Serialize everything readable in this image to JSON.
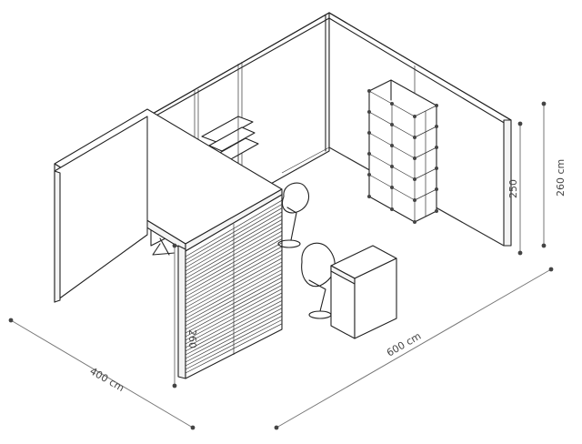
{
  "drawing": {
    "subject": "exhibition booth",
    "dimensions": [
      {
        "id": "depth",
        "label": "400 cm",
        "value": 400,
        "unit": "cm"
      },
      {
        "id": "width",
        "label": "600 cm",
        "value": 600,
        "unit": "cm"
      },
      {
        "id": "total_height",
        "label": "260 cm",
        "value": 260,
        "unit": "cm"
      },
      {
        "id": "wall_height",
        "label": "250",
        "value": 250
      },
      {
        "id": "storage_height",
        "label": "260",
        "value": 260
      }
    ]
  },
  "colors": {
    "line": "#222222",
    "dimension": "#777777",
    "background": "#ffffff"
  }
}
